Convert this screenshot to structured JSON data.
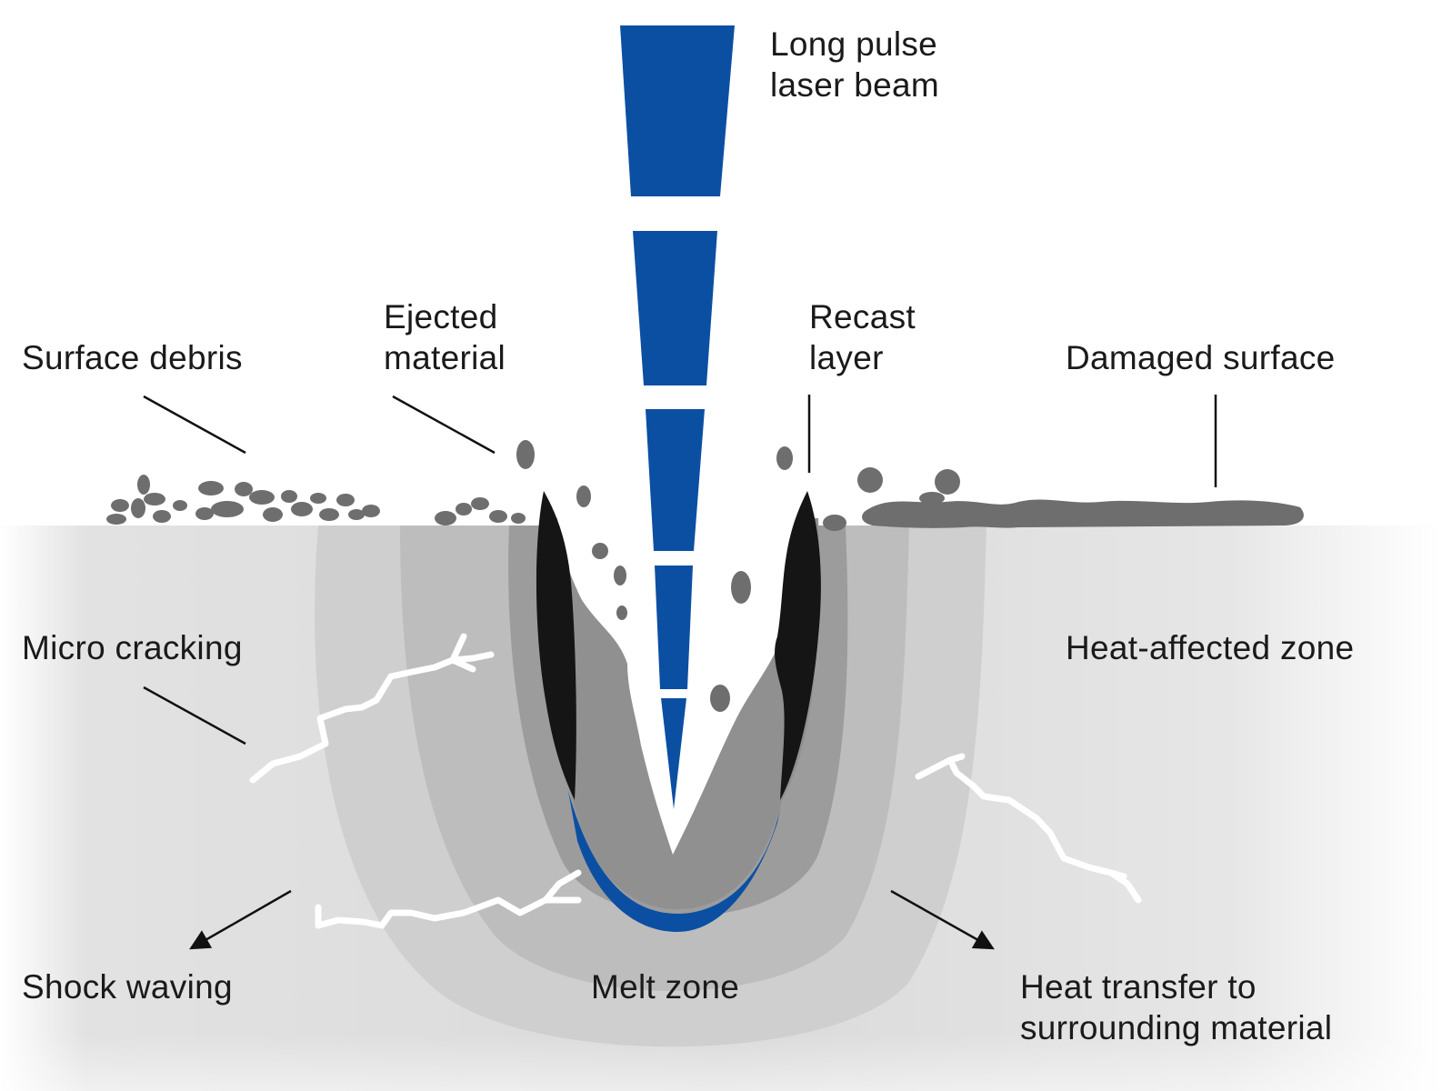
{
  "labels": {
    "laser_beam": [
      "Long pulse",
      "laser beam"
    ],
    "ejected_material": [
      "Ejected",
      "material"
    ],
    "recast_layer": [
      "Recast",
      "layer"
    ],
    "surface_debris": "Surface debris",
    "damaged_surface": "Damaged surface",
    "micro_cracking": "Micro cracking",
    "heat_affected_zone": "Heat-affected zone",
    "shock_waving": "Shock waving",
    "melt_zone": "Melt zone",
    "heat_transfer": [
      "Heat transfer to",
      "surrounding material"
    ]
  },
  "colors": {
    "laser_blue": "#0b4fa3",
    "recast_black": "#151515",
    "debris_gray": "#6f6f6f",
    "melt_zone_gray": "#9a9a9a",
    "haz_gray": "#bcbcbc",
    "outer_zone_gray": "#d2d2d2",
    "material_gray": "#e0e0e0"
  }
}
